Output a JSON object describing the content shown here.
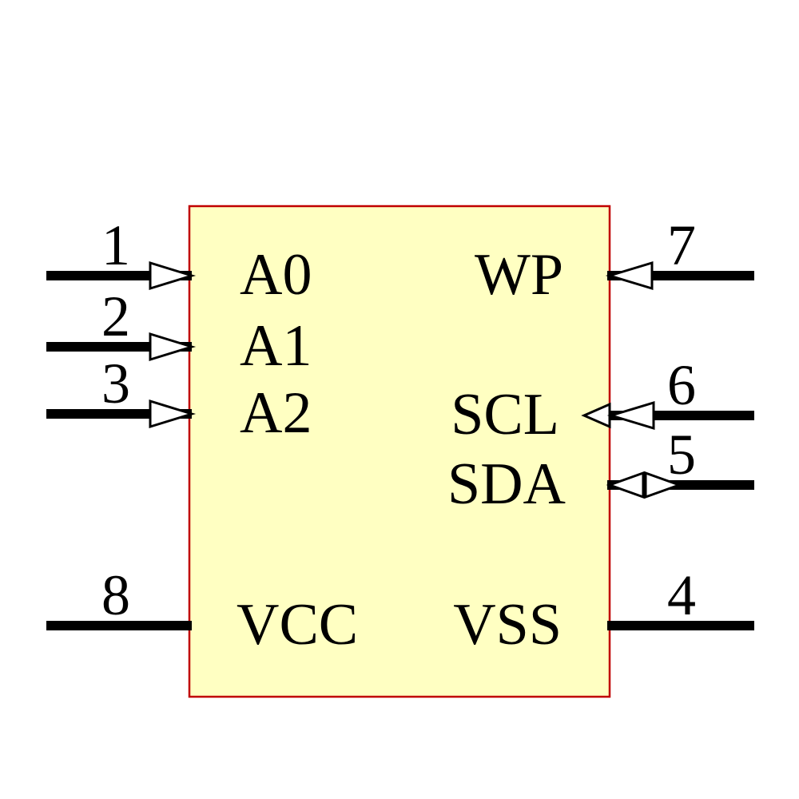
{
  "component": {
    "description": "8-pin I2C EEPROM schematic symbol"
  },
  "colors": {
    "body_fill": "#FFFFC2",
    "body_border": "#C00000",
    "pin_line": "#000000",
    "arrow_fill": "#FFFFFF",
    "text": "#000000"
  },
  "pins": {
    "left": [
      {
        "number": "1",
        "name": "A0",
        "direction": "input"
      },
      {
        "number": "2",
        "name": "A1",
        "direction": "input"
      },
      {
        "number": "3",
        "name": "A2",
        "direction": "input"
      },
      {
        "number": "8",
        "name": "VCC",
        "direction": "power"
      }
    ],
    "right": [
      {
        "number": "7",
        "name": "WP",
        "direction": "input"
      },
      {
        "number": "6",
        "name": "SCL",
        "direction": "input"
      },
      {
        "number": "5",
        "name": "SDA",
        "direction": "bidirectional"
      },
      {
        "number": "4",
        "name": "VSS",
        "direction": "power"
      }
    ]
  }
}
